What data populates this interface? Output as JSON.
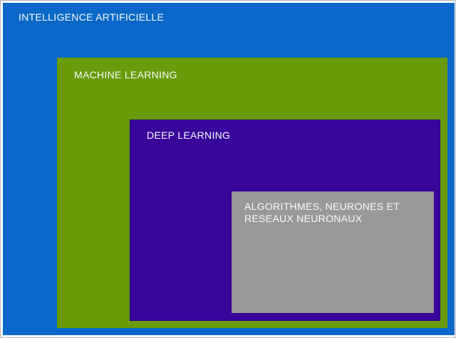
{
  "diagram": {
    "type": "nested-rectangles",
    "label_color": "#FAFAFA",
    "canvas_border_color": "#B4B4BA",
    "layers": [
      {
        "name": "intelligence-artificielle",
        "label": "INTELLIGENCE ARTIFICIELLE",
        "color": "#0A69C8"
      },
      {
        "name": "machine-learning",
        "label": "MACHINE LEARNING",
        "color": "#699B0A"
      },
      {
        "name": "deep-learning",
        "label": "DEEP LEARNING",
        "color": "#38069B"
      },
      {
        "name": "algorithmes-neurones-reseaux-neuronaux",
        "label": "ALGORITHMES, NEURONES ET RESEAUX NEURONAUX",
        "color": "#999999"
      }
    ]
  }
}
